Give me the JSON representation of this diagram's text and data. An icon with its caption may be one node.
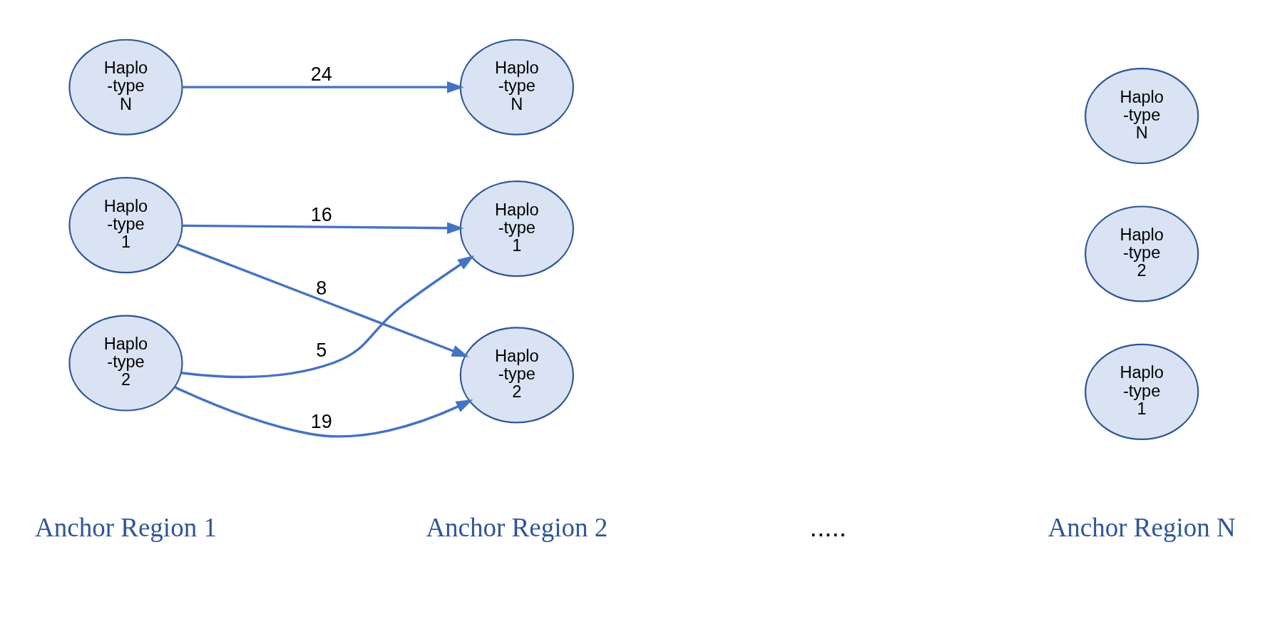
{
  "diagram": {
    "nodes": [
      {
        "text": [
          "Haplo -type 1"
        ]
      },
      {
        "text": [
          "Haplo -type 2"
        ]
      },
      {
        "text": [
          "Haplo -type N"
        ]
      },
      {
        "text": [
          "Haplo -type 1"
        ]
      },
      {
        "text": [
          "Haplo -type 2"
        ]
      },
      {
        "text": [
          "Haplo -type N"
        ]
      },
      {
        "text": [
          "Haplo -type 1"
        ]
      },
      {
        "text": [
          "Haplo -type 2"
        ]
      },
      {
        "text": [
          "Haplo -type N"
        ]
      }
    ],
    "edges": [
      {
        "from": 0,
        "to": 3,
        "arrow": "to",
        "label": "16"
      },
      {
        "from": 0,
        "to": 4,
        "arrow": "to",
        "label": "8"
      },
      {
        "from": 1,
        "to": 3,
        "arrow": "to",
        "label": "5"
      },
      {
        "from": 1,
        "to": 4,
        "arrow": "to",
        "label": "19"
      },
      {
        "from": 2,
        "to": 5,
        "arrow": "to",
        "label": "24"
      }
    ],
    "labels": [
      "Anchor Region 1",
      "Anchor Region 2",
      ".....",
      "Anchor Region N"
    ]
  }
}
